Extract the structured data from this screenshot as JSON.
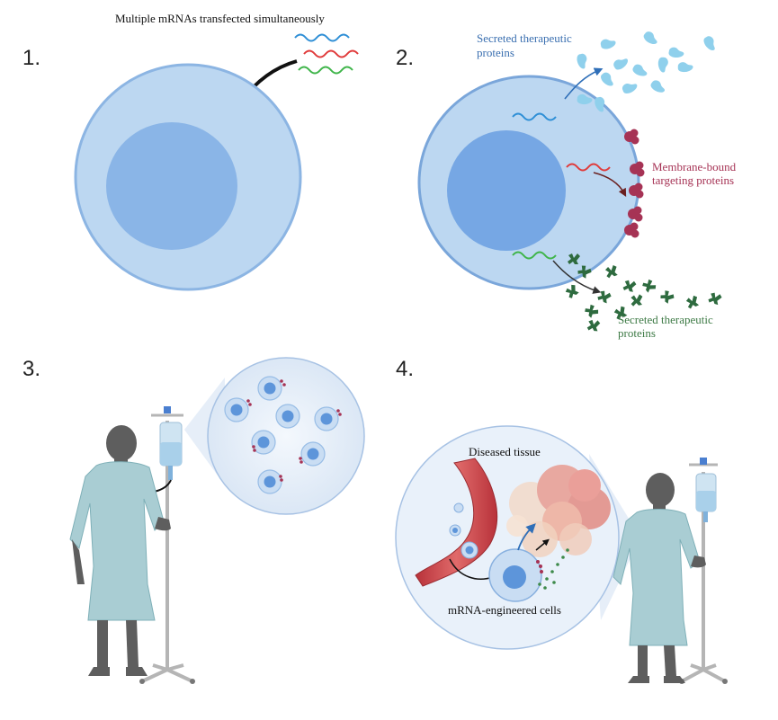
{
  "steps": [
    "1.",
    "2.",
    "3.",
    "4."
  ],
  "panel1": {
    "caption": "Multiple mRNAs transfected simultaneously"
  },
  "panel2": {
    "secreted_top": [
      "Secreted therapeutic",
      "proteins"
    ],
    "membrane": [
      "Membrane-bound",
      "targeting proteins"
    ],
    "secreted_bottom": [
      "Secreted therapeutic",
      "proteins"
    ]
  },
  "panel4": {
    "diseased": "Diseased tissue",
    "engineered": "mRNA-engineered cells"
  },
  "colors": {
    "cell_fill": "#bcd7f1",
    "cell_stroke": "#8cb5e3",
    "nucleus": "#7aa9e3",
    "mrna_blue": "#2f8fd6",
    "mrna_red": "#e03b3b",
    "mrna_green": "#3fb54a",
    "protein_light": "#8fd0ec",
    "protein_red": "#a63355",
    "protein_green": "#2e6b3f",
    "label_blue": "#3a6fb0",
    "label_red": "#a63355",
    "label_green": "#3d7a45",
    "gown": "#a9cdd3",
    "skin": "#5e5e5e"
  }
}
